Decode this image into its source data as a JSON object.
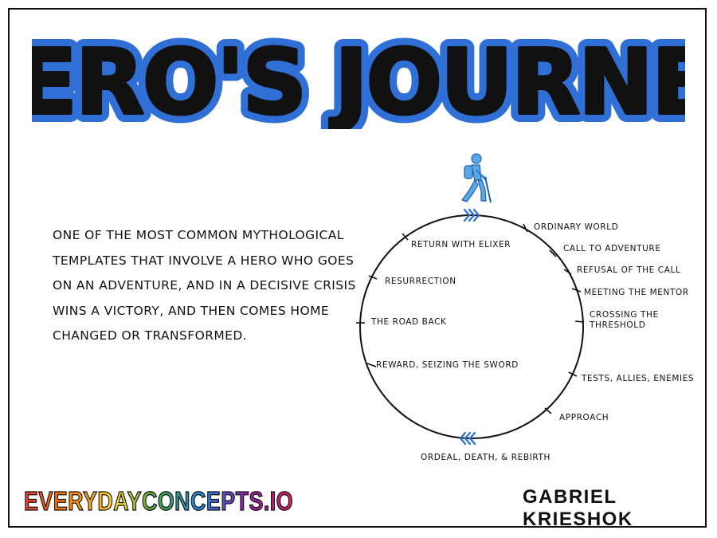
{
  "title": "HERO'S JOURNEY",
  "description_lines": [
    "ONE OF THE MOST COMMON MYTHOLOGICAL",
    "TEMPLATES THAT INVOLVE A HERO WHO GOES",
    "ON AN ADVENTURE, AND IN A DECISIVE CRISIS",
    "WINS A VICTORY, AND THEN COMES HOME",
    "CHANGED OR TRANSFORMED."
  ],
  "stages": [
    "ORDINARY WORLD",
    "CALL TO ADVENTURE",
    "REFUSAL OF THE CALL",
    "MEETING THE MENTOR",
    "CROSSING THE",
    "THRESHOLD",
    "TESTS, ALLIES, ENEMIES",
    "APPROACH",
    "ORDEAL, DEATH, & REBIRTH",
    "REWARD, SEIZING THE SWORD",
    "THE ROAD BACK",
    "RESURRECTION",
    "RETURN WITH ELIXER"
  ],
  "brand": "EVERYDAYCONCEPTS.IO",
  "author": "GABRIEL KRIESHOK",
  "icons": {
    "hero": "hiker-icon",
    "arrows": "chevron-arrows-icon"
  },
  "colors": {
    "title_fill": "#111111",
    "title_outline": "#2f6fd6",
    "hero": "#5aa9e6",
    "arrows": "#2a6fd1",
    "brand_gradient": [
      "#e53935",
      "#fb8c00",
      "#fdd835",
      "#43a047",
      "#1e88e5",
      "#8e24aa",
      "#d81b60"
    ]
  }
}
